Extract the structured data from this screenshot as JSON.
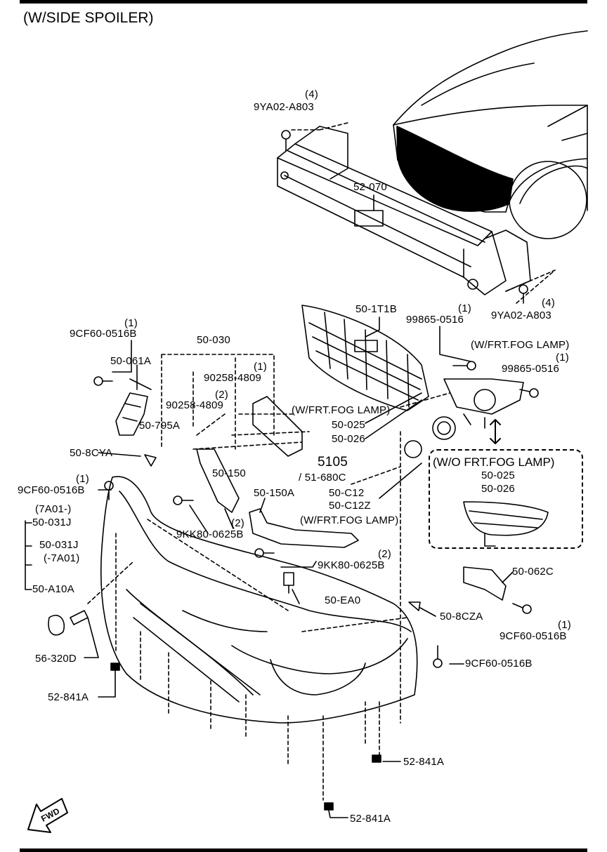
{
  "header": {
    "title": "(W/SIDE SPOILER)"
  },
  "labels": {
    "a1_qty": "(4)",
    "a1_pn": "9YA02-A803",
    "a2_pn": "52-070",
    "a3_pn": "50-1T1B",
    "a4_qty": "(1)",
    "a4_pn": "99865-0516",
    "a5_note": "(W/FRT.FOG LAMP)",
    "a6_qty": "(1)",
    "a6_pn": "99865-0516",
    "a7_qty": "(4)",
    "a7_pn": "9YA02-A803",
    "b1_qty": "(1)",
    "b1_pn": "9CF60-0516B",
    "b2_pn": "50-061A",
    "b3_pn": "50-030",
    "b4_qty": "(1)",
    "b4_pn": "90258-4809",
    "b5_qty": "(2)",
    "b5_pn": "90258-4809",
    "b6_pn": "50-795A",
    "b7_note": "(W/FRT.FOG LAMP)",
    "b8_pn1": "50-025",
    "b8_pn2": "50-026",
    "b9_pn": "50-8CYA",
    "b10_pn": "5105",
    "b10_alt": "/ 51-680C",
    "b11_pn": "50-150",
    "b12_qty": "(1)",
    "b12_pn": "9CF60-0516B",
    "b13_pn": "50-150A",
    "b14_pn1": "50-C12",
    "b14_pn2": "50-C12Z",
    "c1_note": "(7A01-)",
    "c1_pn": "50-031J",
    "c2_pn": "50-031J",
    "c2_note": "(-7A01)",
    "c3_qty": "(2)",
    "c3_pn": "9KK80-0625B",
    "c4_note": "(W/FRT.FOG LAMP)",
    "c5_qty": "(2)",
    "c5_pn": "9KK80-0625B",
    "c6_pn": "50-A10A",
    "c7_pn": "50-EA0",
    "wo_title": "(W/O FRT.FOG LAMP)",
    "wo_pn1": "50-025",
    "wo_pn2": "50-026",
    "d1_pn": "50-062C",
    "d2_pn": "50-8CZA",
    "d3_qty": "(1)",
    "d3_pn": "9CF60-0516B",
    "d4_pn": "9CF60-0516B",
    "d5_pn": "56-320D",
    "d6_pn": "52-841A",
    "d7_pn": "52-841A",
    "d8_pn": "52-841A",
    "fwd": "FWD"
  }
}
